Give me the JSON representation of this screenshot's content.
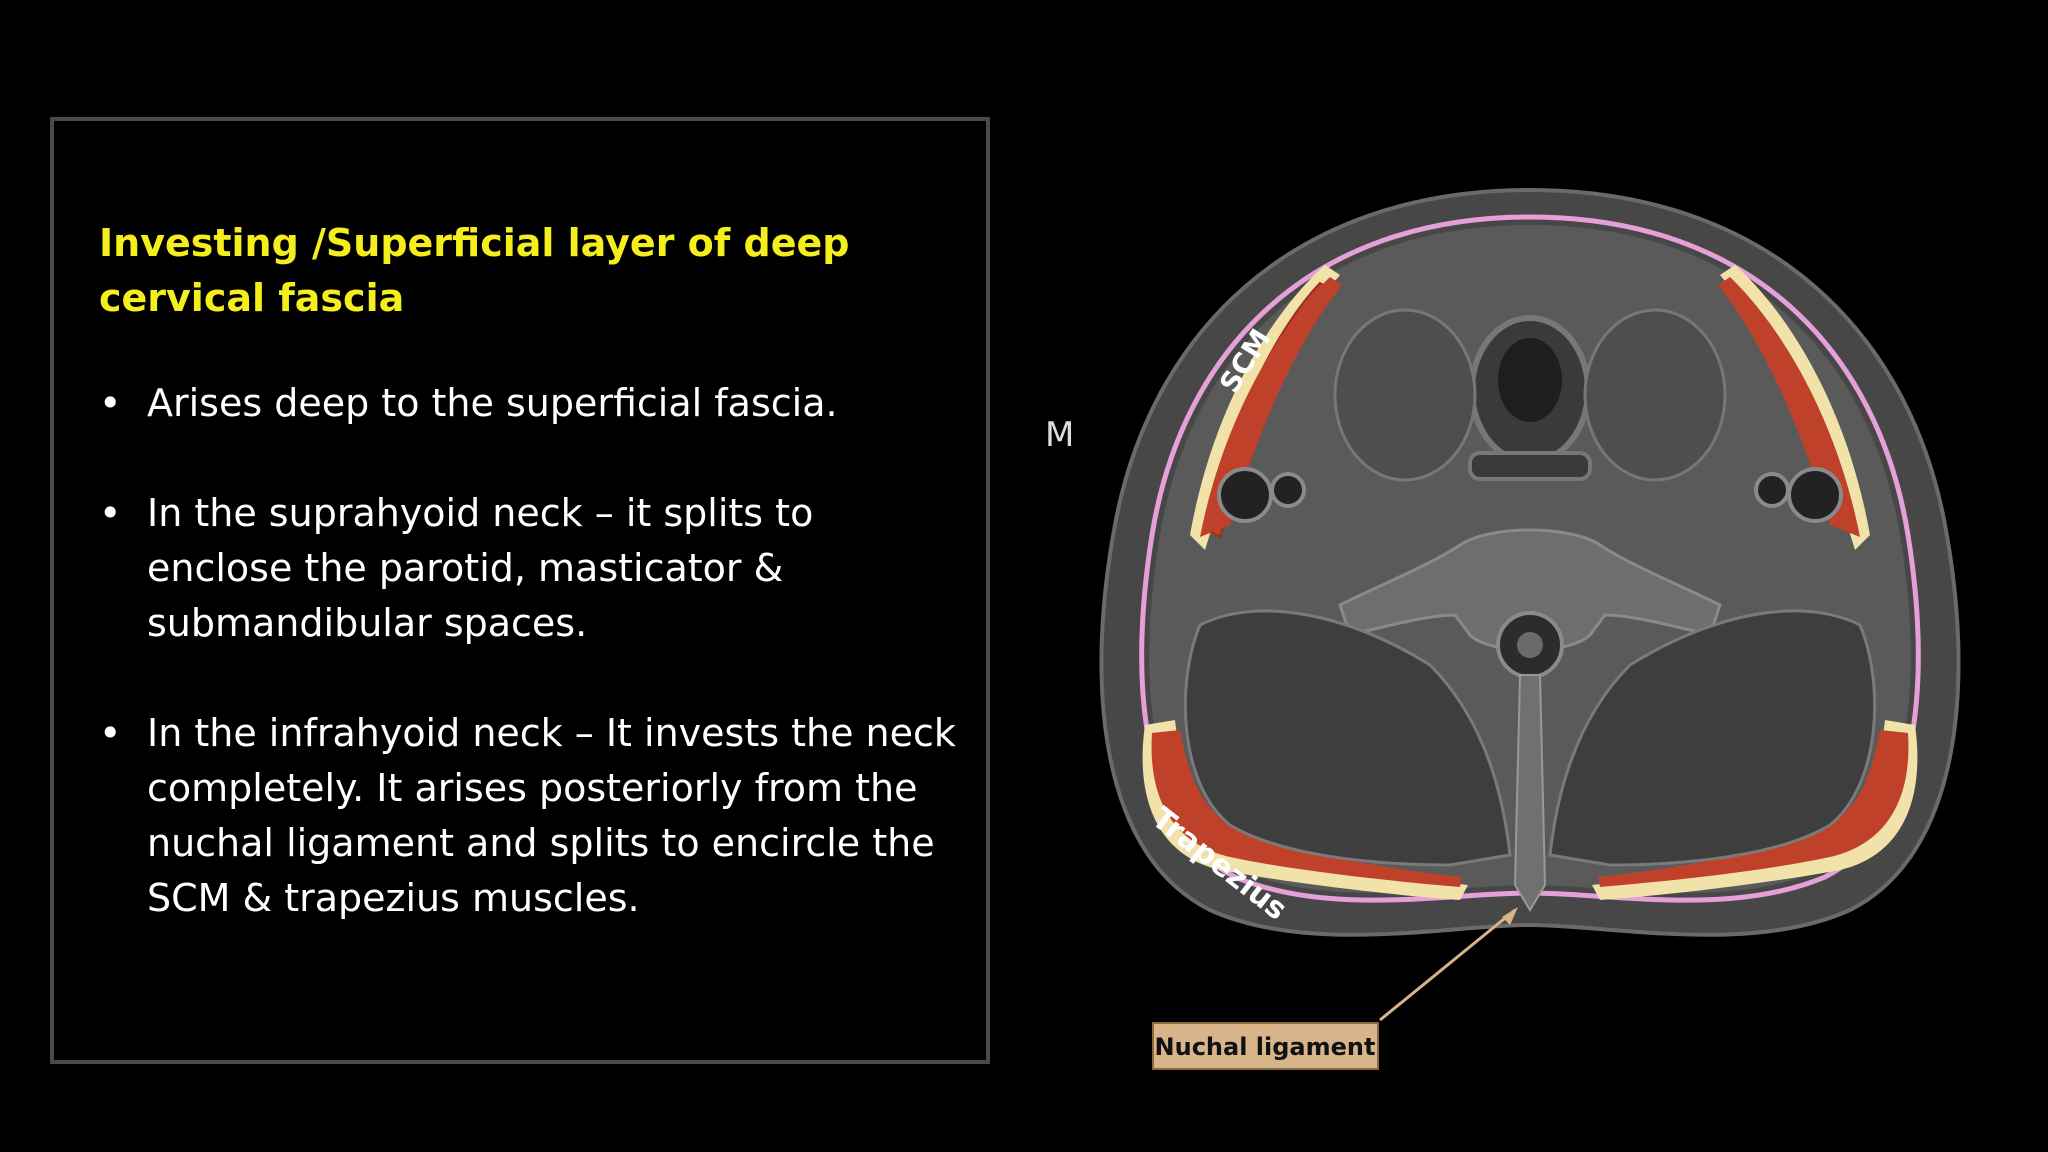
{
  "panel": {
    "title": "Investing /Superficial layer of deep cervical fascia",
    "bullets": [
      "Arises deep to the superficial fascia.",
      "In the suprahyoid neck – it splits to enclose the parotid, masticator &  submandibular spaces.",
      "In the infrahyoid neck – It invests the neck completely. It arises posteriorly from the nuchal ligament and splits to encircle the SCM & trapezius muscles."
    ],
    "bullet_glyph": "•"
  },
  "diagram": {
    "labels": {
      "scm": "SCM",
      "trapezius": "Trapezius",
      "nuchal_ligament": "Nuchal ligament",
      "partial_letter": "M"
    },
    "colors": {
      "muscle": "#c0412a",
      "fascia": "#e6a0d8",
      "fat": "#f0e2a8",
      "tissue": "#5c5c5c",
      "callout_box": "#d8b48a",
      "pointer": "#d8b48a"
    }
  }
}
